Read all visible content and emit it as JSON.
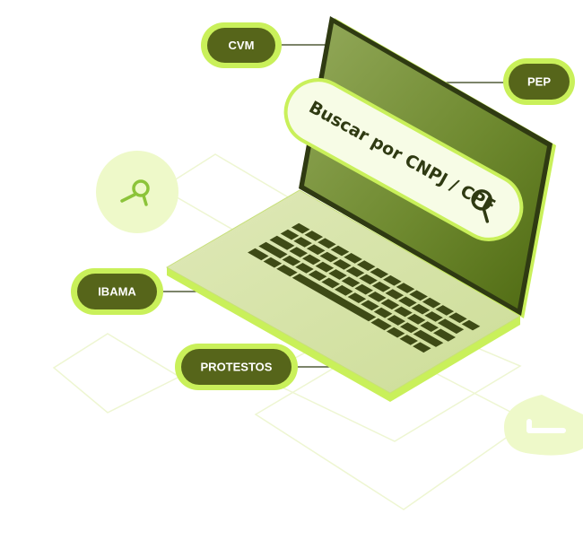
{
  "search": {
    "placeholder": "Buscar por CNPJ / CPF",
    "icon": "search-icon"
  },
  "tags": [
    {
      "label": "CVM"
    },
    {
      "label": "PEP"
    },
    {
      "label": "IBAMA"
    },
    {
      "label": "PROTESTOS"
    }
  ],
  "decorations": {
    "bubble_left_icon": "pin-icon",
    "bubble_right_icon": "chat-bubble-icon"
  },
  "colors": {
    "pill_fill": "#56651a",
    "pill_border": "#c8ee62",
    "accent_lime": "#c9f05a",
    "screen_dark": "#55701c",
    "screen_light": "#8aa14c",
    "laptop_body": "#d6e4a7",
    "keys": "#3e4a16",
    "search_bg": "#f7fce6",
    "bubble_bg": "#eef9c9"
  }
}
